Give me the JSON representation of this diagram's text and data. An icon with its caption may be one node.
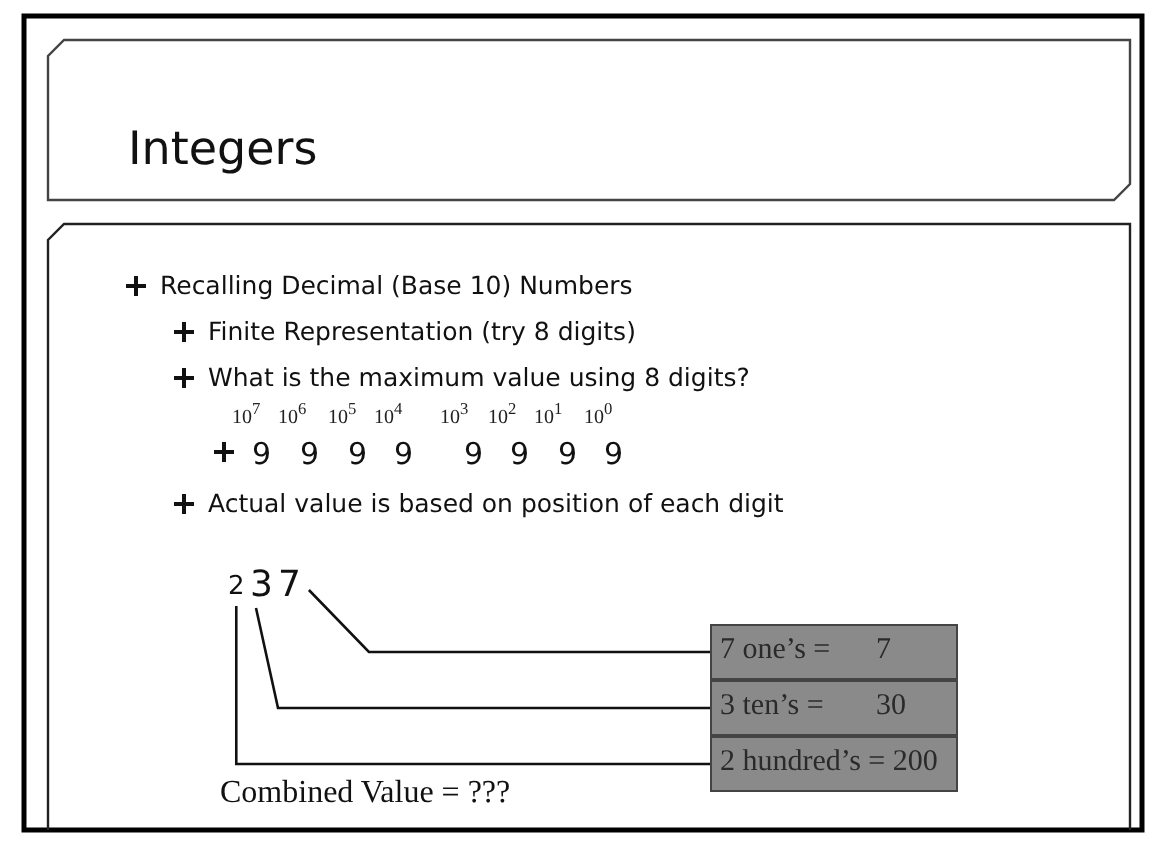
{
  "diagram": {
    "title": "Integers",
    "nodes": [
      {
        "text": [
          "2"
        ]
      },
      {
        "text": [
          "3"
        ]
      },
      {
        "text": [
          "7"
        ]
      },
      {
        "text": [
          "7 one’s =",
          "7"
        ]
      },
      {
        "text": [
          "3 ten’s =",
          "30"
        ]
      },
      {
        "text": [
          "2 hundred’s = 200"
        ]
      }
    ],
    "edges": [
      {
        "from": 2,
        "to": 3,
        "arrow": "none"
      },
      {
        "from": 1,
        "to": 4,
        "arrow": "none"
      },
      {
        "from": 0,
        "to": 5,
        "arrow": "none"
      }
    ],
    "labels": [
      "Recalling Decimal (Base 10) Numbers",
      "Finite Representation (try 8 digits)",
      "What is the maximum value using 8 digits?",
      "10$^{7}$",
      "10$^{6}$",
      "10$^{5}$",
      "10$^{4}$",
      "10$^{3}$",
      "10$^{2}$",
      "10$^{1}$",
      "10$^{0}$",
      "9",
      "9",
      "9",
      "9",
      "9",
      "9",
      "9",
      "9",
      "Actual value is based on position of each digit",
      "Combined Value = ???"
    ]
  }
}
